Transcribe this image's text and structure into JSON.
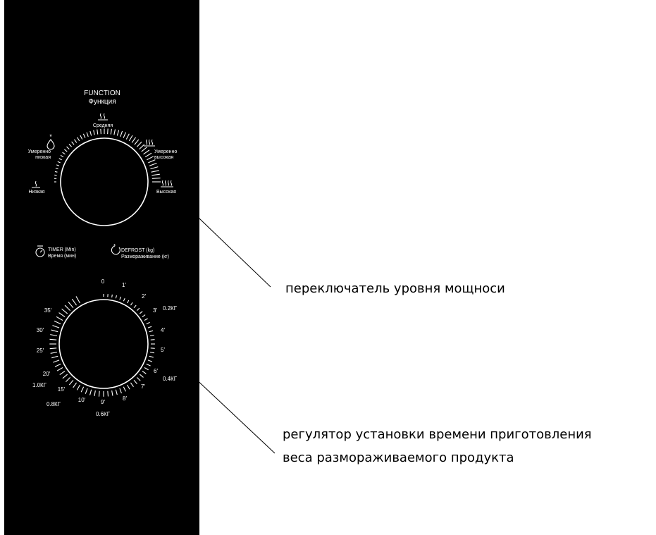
{
  "colors": {
    "panel": "#000000",
    "ink": "#ffffff",
    "callout_ink": "#000000",
    "background": "#ffffff"
  },
  "function_header": {
    "en": "FUNCTION",
    "ru": "Функция"
  },
  "power_levels": {
    "low": "Низкая",
    "medium_low": [
      "Умеренно",
      "низкая"
    ],
    "medium": "Средняя",
    "medium_high": [
      "Умеренно",
      "высокая"
    ],
    "high": "Высокая"
  },
  "power_icons": [
    "one-wave-dish-icon",
    "defrost-drop-icon",
    "two-wave-dish-icon",
    "three-wave-dish-icon",
    "four-wave-dish-icon"
  ],
  "timer_label": {
    "en": "TIMER (Min)",
    "ru": "Время (мин)"
  },
  "defrost_label": {
    "en": "DEFROST (kg)",
    "ru": "Размораживание (кг)"
  },
  "timer_ticks": [
    "0",
    "1′",
    "2′",
    "3′",
    "4′",
    "5′",
    "6′",
    "7′",
    "8′",
    "9′",
    "10′",
    "15′",
    "20′",
    "25′",
    "30′",
    "35′"
  ],
  "defrost_ticks": [
    "0.2КГ",
    "0.4КГ",
    "0.6КГ",
    "0.8КГ",
    "1.0КГ"
  ],
  "callouts": {
    "power": "переключатель уровня мощноси",
    "timer_line1": "регулятор установки времени приготовления",
    "timer_line2": "веса размораживаемого продукта"
  }
}
